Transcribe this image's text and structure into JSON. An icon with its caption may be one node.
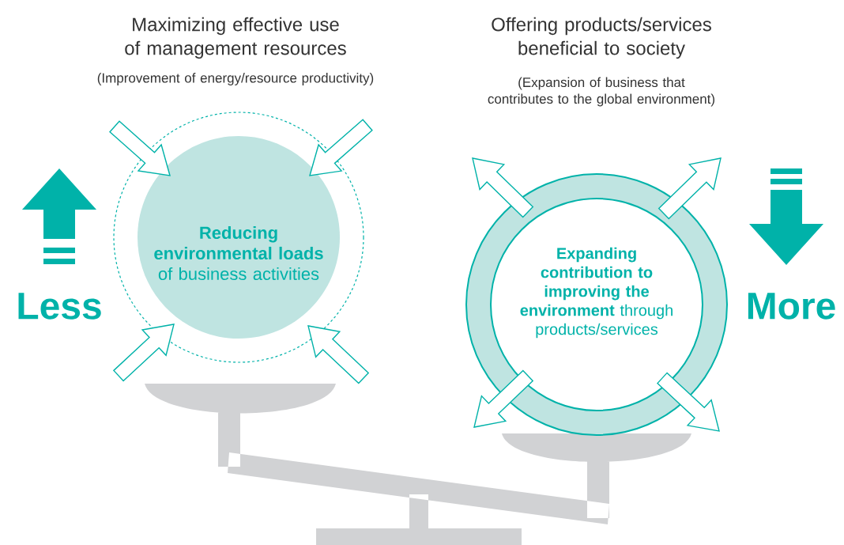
{
  "diagram": {
    "nodes": [
      {
        "text": [
          "**Reducing environmental loads** of business activities"
        ]
      },
      {
        "text": [
          "**Expanding contribution to improving the environment** through products/services"
        ]
      }
    ],
    "labels": [
      "Maximizing effective use of management resources",
      "(Improvement of energy/resource productivity)",
      "Offering products/services beneficial to society",
      "(Expansion of business that contributes to the global environment)",
      "Less",
      "More"
    ]
  }
}
